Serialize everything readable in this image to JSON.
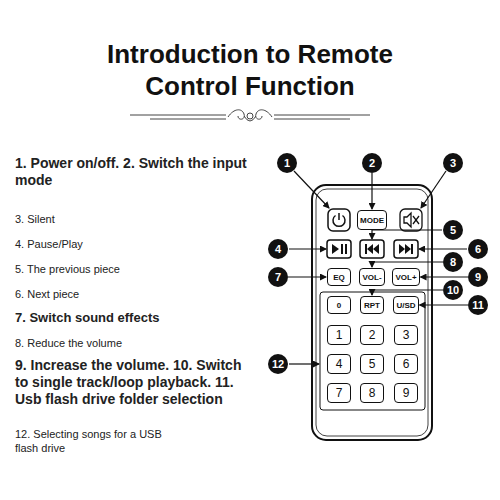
{
  "diagram": {
    "title": "Introduction to Remote Control Function",
    "nodes": [
      {
        "text": [
          "1"
        ]
      },
      {
        "text": [
          "2"
        ]
      },
      {
        "text": [
          "3"
        ]
      },
      {
        "text": [
          "MODE"
        ]
      },
      {
        "text": [
          "5"
        ]
      },
      {
        "text": [
          "4"
        ]
      },
      {
        "text": [
          "6"
        ]
      },
      {
        "text": [
          "8"
        ]
      },
      {
        "text": [
          "7"
        ]
      },
      {
        "text": [
          "EQ"
        ]
      },
      {
        "text": [
          "VOL-"
        ]
      },
      {
        "text": [
          "VOL+"
        ]
      },
      {
        "text": [
          "9"
        ]
      },
      {
        "text": [
          "10"
        ]
      },
      {
        "text": [
          "0"
        ]
      },
      {
        "text": [
          "RPT"
        ]
      },
      {
        "text": [
          "U/SD"
        ]
      },
      {
        "text": [
          "11"
        ]
      },
      {
        "text": [
          "1"
        ]
      },
      {
        "text": [
          "2"
        ]
      },
      {
        "text": [
          "3"
        ]
      },
      {
        "text": [
          "12"
        ]
      },
      {
        "text": [
          "4"
        ]
      },
      {
        "text": [
          "5"
        ]
      },
      {
        "text": [
          "6"
        ]
      },
      {
        "text": [
          "7"
        ]
      },
      {
        "text": [
          "8"
        ]
      },
      {
        "text": [
          "9"
        ]
      }
    ],
    "edges": [
      {
        "from": 1,
        "to": 3,
        "arrow": "to"
      },
      {
        "from": 8,
        "to": 9,
        "arrow": "to"
      },
      {
        "from": 7,
        "to": 10,
        "arrow": "to"
      },
      {
        "from": 12,
        "to": 11,
        "arrow": "to"
      },
      {
        "from": 13,
        "to": 15,
        "arrow": "to"
      },
      {
        "from": 17,
        "to": 16,
        "arrow": "to"
      }
    ],
    "labels": [
      "1. Power on/off. 2. Switch the input mode",
      "3. Silent",
      "4. Pause/Play",
      "5. The previous piece",
      "6. Next piece",
      "7. Switch sound effects",
      "8. Reduce the volume",
      "9. Increase the volume. 10. Switch to single track/loop playback. 11. Usb flash drive folder selection",
      "12. Selecting songs for a USB flash drive"
    ]
  }
}
